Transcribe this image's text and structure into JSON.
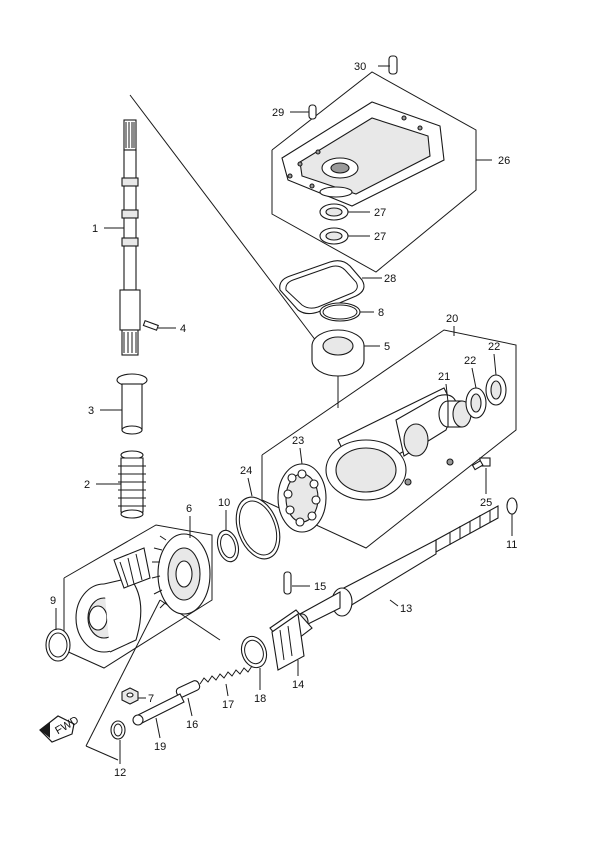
{
  "colors": {
    "line": "#1a1a1a",
    "fill_light": "#e8e8e8",
    "fill_dark": "#9a9a9a",
    "background": "#ffffff"
  },
  "direction_badge": {
    "text": "FWD",
    "icon": "forward-arrow-icon"
  },
  "labels": {
    "p1": "1",
    "p2": "2",
    "p3": "3",
    "p4": "4",
    "p5": "5",
    "p6": "6",
    "p7": "7",
    "p8": "8",
    "p9": "9",
    "p10": "10",
    "p11": "11",
    "p12": "12",
    "p13": "13",
    "p14": "14",
    "p15": "15",
    "p16": "16",
    "p17": "17",
    "p18": "18",
    "p19": "19",
    "p20": "20",
    "p21": "21",
    "p22a": "22",
    "p22b": "22",
    "p23": "23",
    "p24": "24",
    "p25": "25",
    "p26": "26",
    "p27a": "27",
    "p27b": "27",
    "p28": "28",
    "p29": "29",
    "p30": "30"
  }
}
